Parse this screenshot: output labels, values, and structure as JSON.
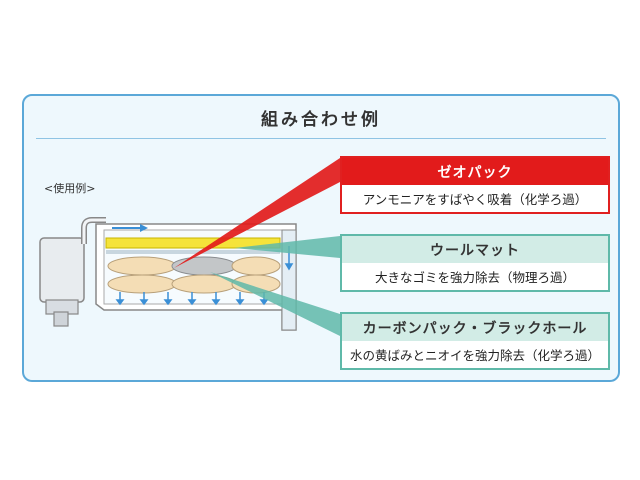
{
  "panel": {
    "title": "組み合わせ例",
    "usage_label": "<使用例>"
  },
  "items": [
    {
      "name": "ゼオパック",
      "desc": "アンモニアをすばやく吸着（化学ろ過）"
    },
    {
      "name": "ウールマット",
      "desc": "大きなゴミを強力除去（物理ろ過）"
    },
    {
      "name": "カーボンパック・ブラックホール",
      "desc": "水の黄ばみとニオイを強力除去（化学ろ過）"
    }
  ],
  "colors": {
    "zeo": "#e21b1b",
    "wool": "#5fb9a9",
    "carbon": "#5fb9a9",
    "panel_border": "#5ba8d8",
    "yellow_layer": "#f5e33a",
    "water_arrows": "#3a8fd6"
  }
}
